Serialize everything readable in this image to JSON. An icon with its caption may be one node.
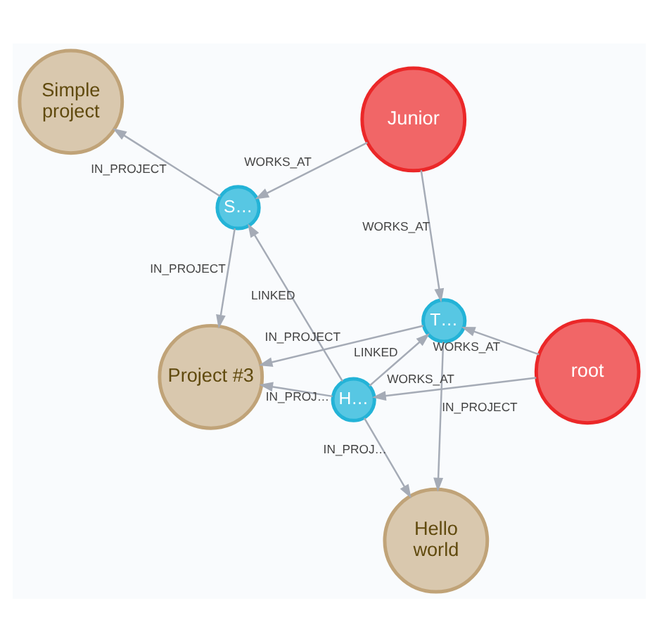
{
  "diagram": {
    "nodes": [
      {
        "text": [
          "Simple project"
        ]
      },
      {
        "text": [
          "S…"
        ]
      },
      {
        "text": [
          "Project #3"
        ]
      },
      {
        "text": [
          "Junior"
        ]
      },
      {
        "text": [
          "H…"
        ]
      },
      {
        "text": [
          "T…"
        ]
      },
      {
        "text": [
          "Hello world"
        ]
      },
      {
        "text": [
          "root"
        ]
      }
    ],
    "edges": [
      {
        "from": 1,
        "to": 0,
        "arrow": "to",
        "label": "IN_PROJECT"
      },
      {
        "from": 1,
        "to": 2,
        "arrow": "to",
        "label": "IN_PROJECT"
      },
      {
        "from": 3,
        "to": 1,
        "arrow": "to",
        "label": "WORKS_AT"
      },
      {
        "from": 4,
        "to": 1,
        "arrow": "to",
        "label": "LINKED"
      },
      {
        "from": 5,
        "to": 2,
        "arrow": "to",
        "label": "IN_PROJECT"
      },
      {
        "from": 4,
        "to": 2,
        "arrow": "to",
        "label": "IN_PROJ…"
      },
      {
        "from": 4,
        "to": 6,
        "arrow": "to",
        "label": "IN_PROJ…"
      },
      {
        "from": 4,
        "to": 5,
        "arrow": "to",
        "label": "LINKED"
      },
      {
        "from": 3,
        "to": 5,
        "arrow": "to",
        "label": "WORKS_AT"
      },
      {
        "from": 5,
        "to": 6,
        "arrow": "to",
        "label": "IN_PROJECT"
      },
      {
        "from": 7,
        "to": 4,
        "arrow": "to",
        "label": "WORKS_AT"
      },
      {
        "from": 7,
        "to": 5,
        "arrow": "to",
        "label": "WORKS_AT"
      }
    ]
  }
}
